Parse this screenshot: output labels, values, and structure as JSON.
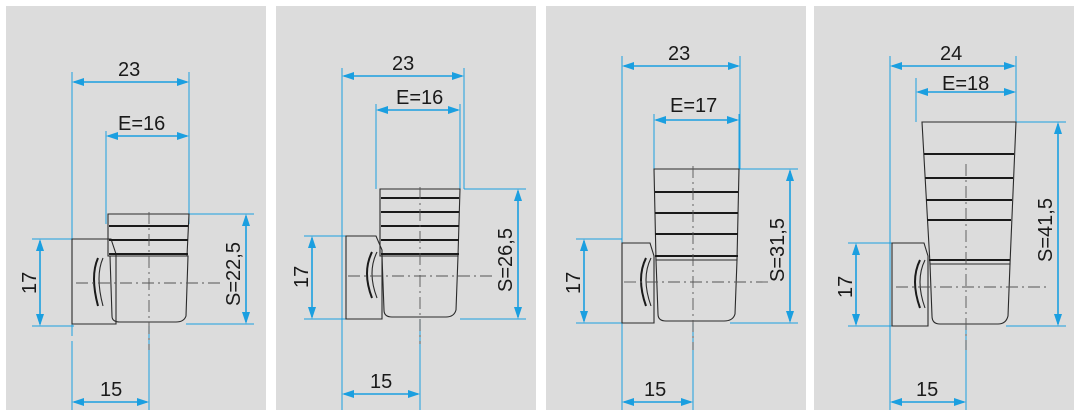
{
  "panels": [
    {
      "width_top": "23",
      "width_e": "E=16",
      "height_s": "S=22,5",
      "height_left": "17",
      "bottom_width": "15"
    },
    {
      "width_top": "23",
      "width_e": "E=16",
      "height_s": "S=26,5",
      "height_left": "17",
      "bottom_width": "15"
    },
    {
      "width_top": "23",
      "width_e": "E=17",
      "height_s": "S=31,5",
      "height_left": "17",
      "bottom_width": "15"
    },
    {
      "width_top": "24",
      "width_e": "E=18",
      "height_s": "S=41,5",
      "height_left": "17",
      "bottom_width": "15"
    }
  ],
  "colors": {
    "background": "#dcdcdc",
    "dimension": "#1b9fe0",
    "outline": "#2a2a2a"
  }
}
